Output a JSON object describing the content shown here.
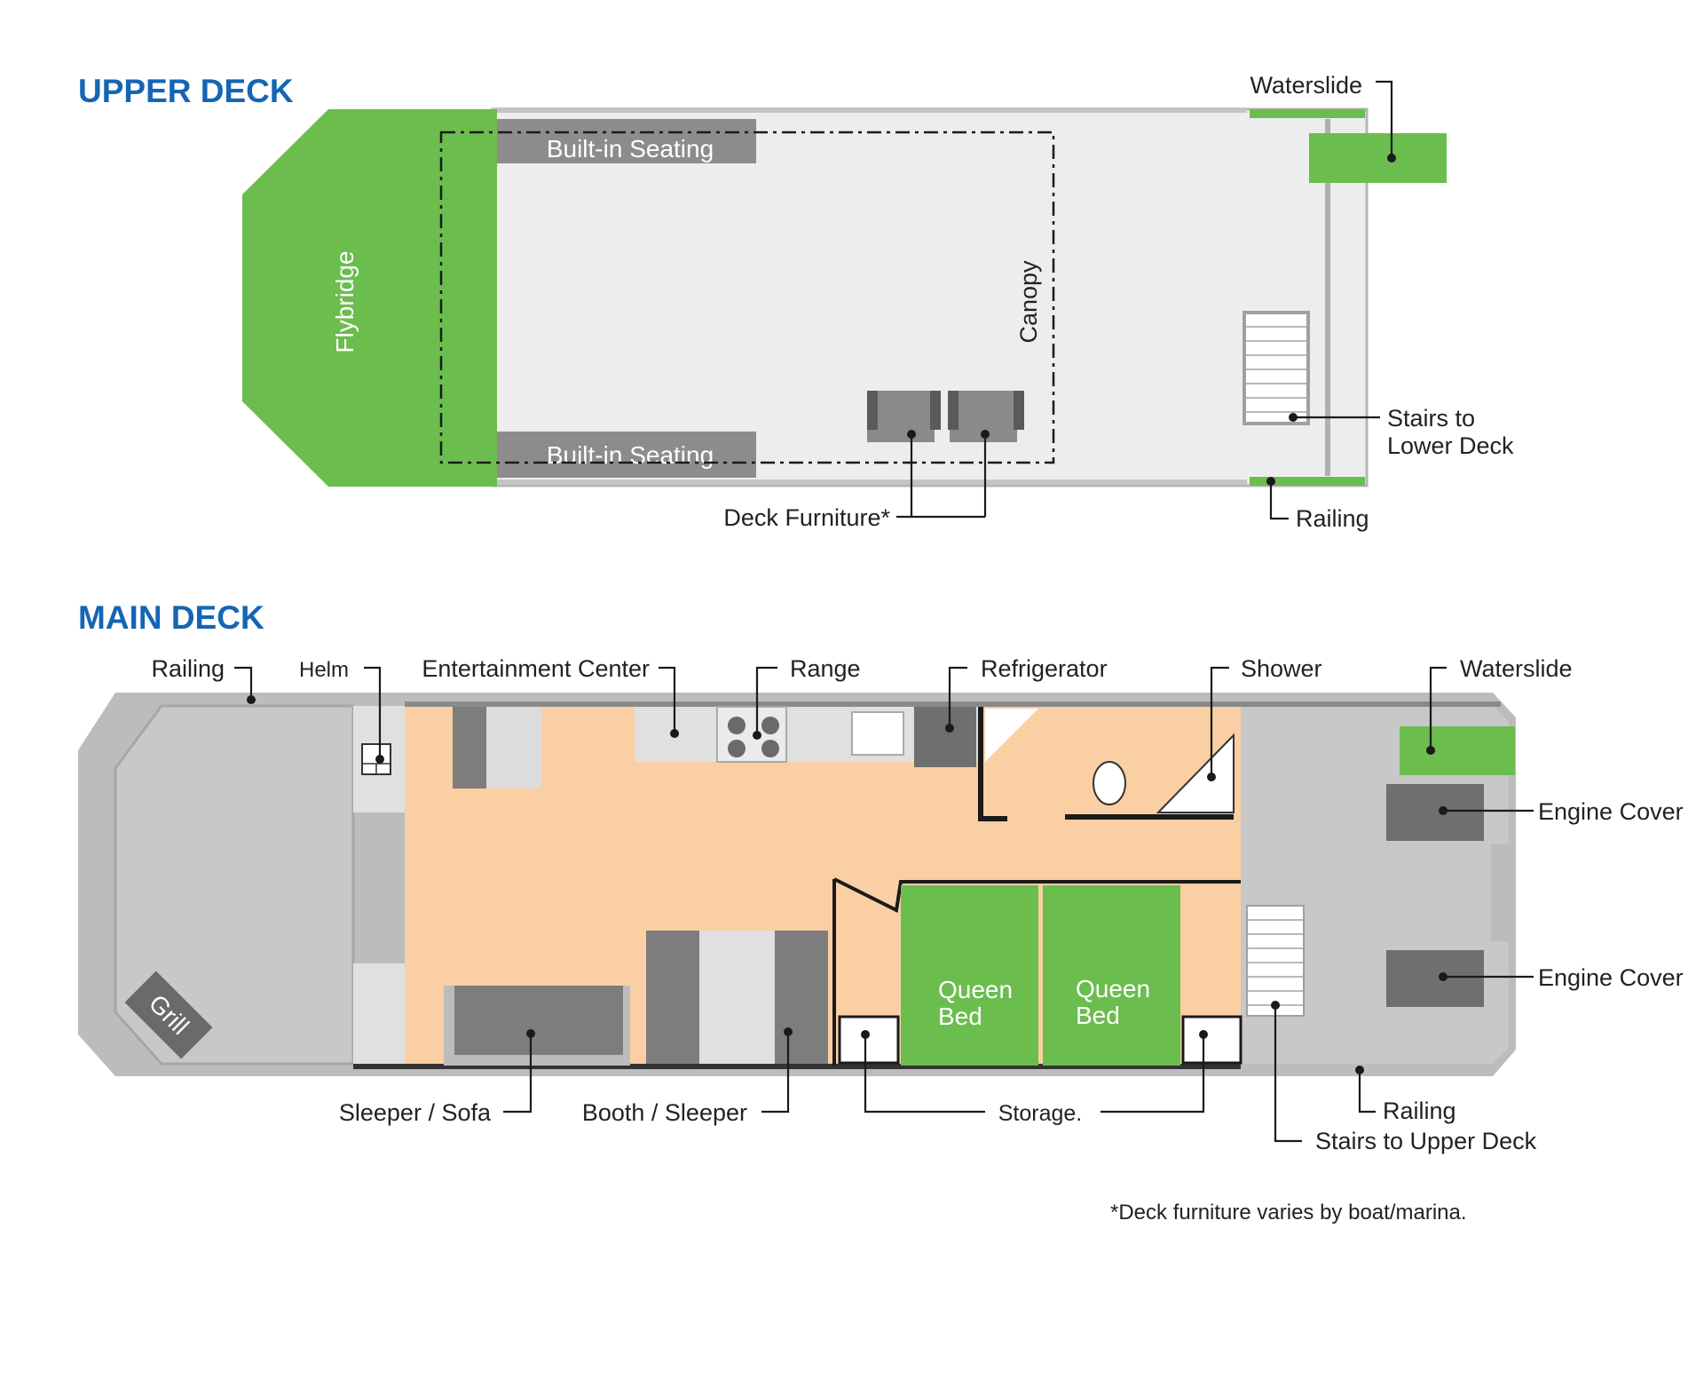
{
  "colors": {
    "heading": "#1565b5",
    "green": "#6bbd4e",
    "deck": "#e8e8e8",
    "deck_gray": "#c8c8c8",
    "hull": "#b9b9b9",
    "interior": "#f9cfa3",
    "furniture": "#7d7d7d",
    "line": "#1a1a1a"
  },
  "upper_deck": {
    "title": "UPPER DECK",
    "labels": {
      "flybridge": "Flybridge",
      "seating_top": "Built-in Seating",
      "seating_bottom": "Built-in Seating",
      "canopy": "Canopy",
      "waterslide": "Waterslide",
      "stairs_line1": "Stairs to",
      "stairs_line2": "Lower Deck",
      "railing": "Railing",
      "deck_furniture": "Deck Furniture*"
    }
  },
  "main_deck": {
    "title": "MAIN DECK",
    "labels": {
      "railing_top": "Railing",
      "helm": "Helm",
      "entertainment": "Entertainment Center",
      "range": "Range",
      "refrigerator": "Refrigerator",
      "shower": "Shower",
      "waterslide": "Waterslide",
      "engine_cover_1": "Engine Cover",
      "engine_cover_2": "Engine Cover",
      "grill": "Grill",
      "queen_bed_1_line1": "Queen",
      "queen_bed_1_line2": "Bed",
      "queen_bed_2_line1": "Queen",
      "queen_bed_2_line2": "Bed",
      "sleeper_sofa": "Sleeper / Sofa",
      "booth_sleeper": "Booth / Sleeper",
      "storage": "Storage.",
      "railing_bottom": "Railing",
      "stairs_upper": "Stairs to Upper Deck"
    }
  },
  "footnote": "*Deck furniture varies by boat/marina."
}
